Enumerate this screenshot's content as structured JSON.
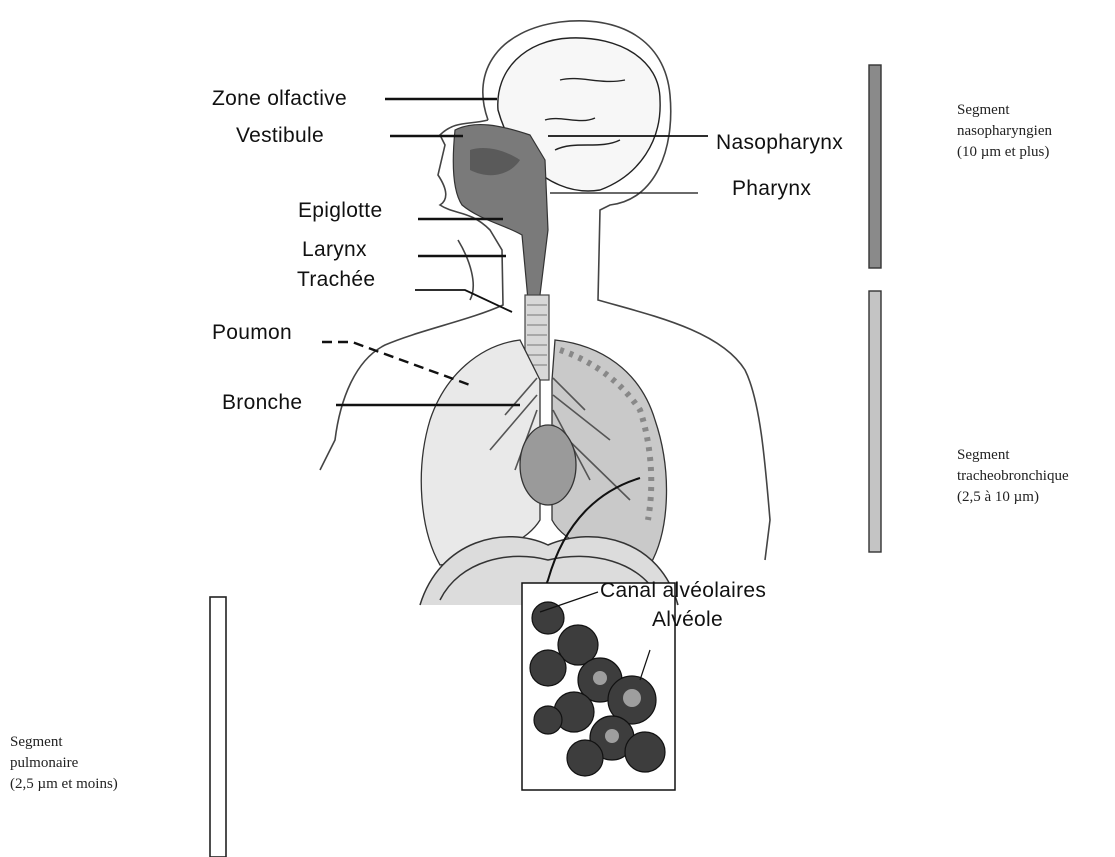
{
  "labels": {
    "zone_olfactive": "Zone olfactive",
    "vestibule": "Vestibule",
    "epiglotte": "Epiglotte",
    "larynx": "Larynx",
    "trachee": "Trachée",
    "poumon": "Poumon",
    "bronche": "Bronche",
    "nasopharynx": "Nasopharynx",
    "pharynx": "Pharynx",
    "canal_alveolaires": "Canal alvéolaires",
    "alveole": "Alvéole"
  },
  "segments": {
    "nasopharyngien": {
      "line1": "Segment",
      "line2": "nasopharyngien",
      "line3": "(10 µm et plus)",
      "bar_color": "#8a8a8a"
    },
    "tracheobronchique": {
      "line1": "Segment",
      "line2": "tracheobronchique",
      "line3": "(2,5 à 10 µm)",
      "bar_color": "#c4c4c4"
    },
    "pulmonaire": {
      "line1": "Segment",
      "line2": "pulmonaire",
      "line3": "(2,5 µm et moins)",
      "bar_color": "#ffffff"
    }
  }
}
